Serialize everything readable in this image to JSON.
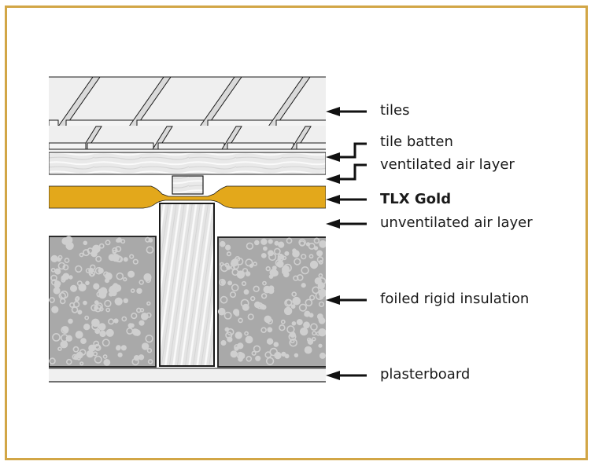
{
  "diagram": {
    "title": "Roof cross-section with TLX Gold",
    "colors": {
      "frame": "#D2A646",
      "gold_layer": "#E3A81B",
      "insulation": "#A9A9A9",
      "insulation_spots": "#CFCFCF",
      "tile": "#EFEFEF",
      "wood": "#E6E6E6",
      "outline": "#1a1a1a"
    },
    "layers": [
      {
        "id": "tiles",
        "label": "tiles",
        "bold": false
      },
      {
        "id": "tile-batten",
        "label": "tile batten",
        "bold": false
      },
      {
        "id": "ventilated-air-layer",
        "label": "ventilated air layer",
        "bold": false
      },
      {
        "id": "tlx-gold",
        "label": "TLX Gold",
        "bold": true
      },
      {
        "id": "unventilated-air-layer",
        "label": "unventilated air layer",
        "bold": false
      },
      {
        "id": "foiled-rigid-insulation",
        "label": "foiled rigid insulation",
        "bold": false
      },
      {
        "id": "plasterboard",
        "label": "plasterboard",
        "bold": false
      }
    ]
  }
}
